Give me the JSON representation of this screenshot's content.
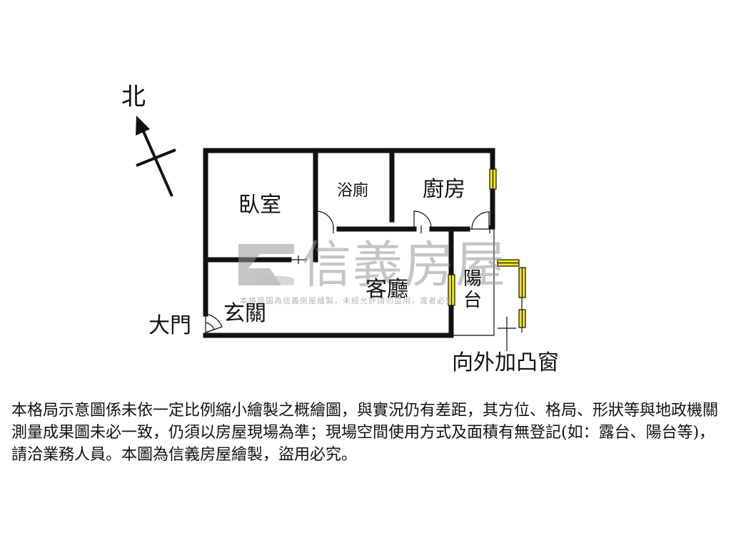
{
  "compass": {
    "label": "北"
  },
  "rooms": {
    "bedroom": "臥室",
    "bathroom": "浴廁",
    "kitchen": "廚房",
    "living_room": "客廳",
    "balcony": "陽台",
    "foyer": "玄關",
    "main_door": "大門",
    "bay_window": "向外加凸窗"
  },
  "watermark": {
    "brand": "信義房屋",
    "notice": "本格局圖為信義房屋繪製，未經允許請勿盜用，違者必究"
  },
  "disclaimer": "本格局示意圖係未依一定比例縮小繪製之概繪圖，與實況仍有差距，其方位、格局、形狀等與地政機關測量成果圖未必一致，仍須以房屋現場為準；現場空間使用方式及面積有無登記(如：露台、陽台等)，請洽業務人員。本圖為信義房屋繪製，盜用必究。",
  "colors": {
    "wall": "#111111",
    "window": "#f2e21a",
    "watermark": "#9a9a9a"
  }
}
